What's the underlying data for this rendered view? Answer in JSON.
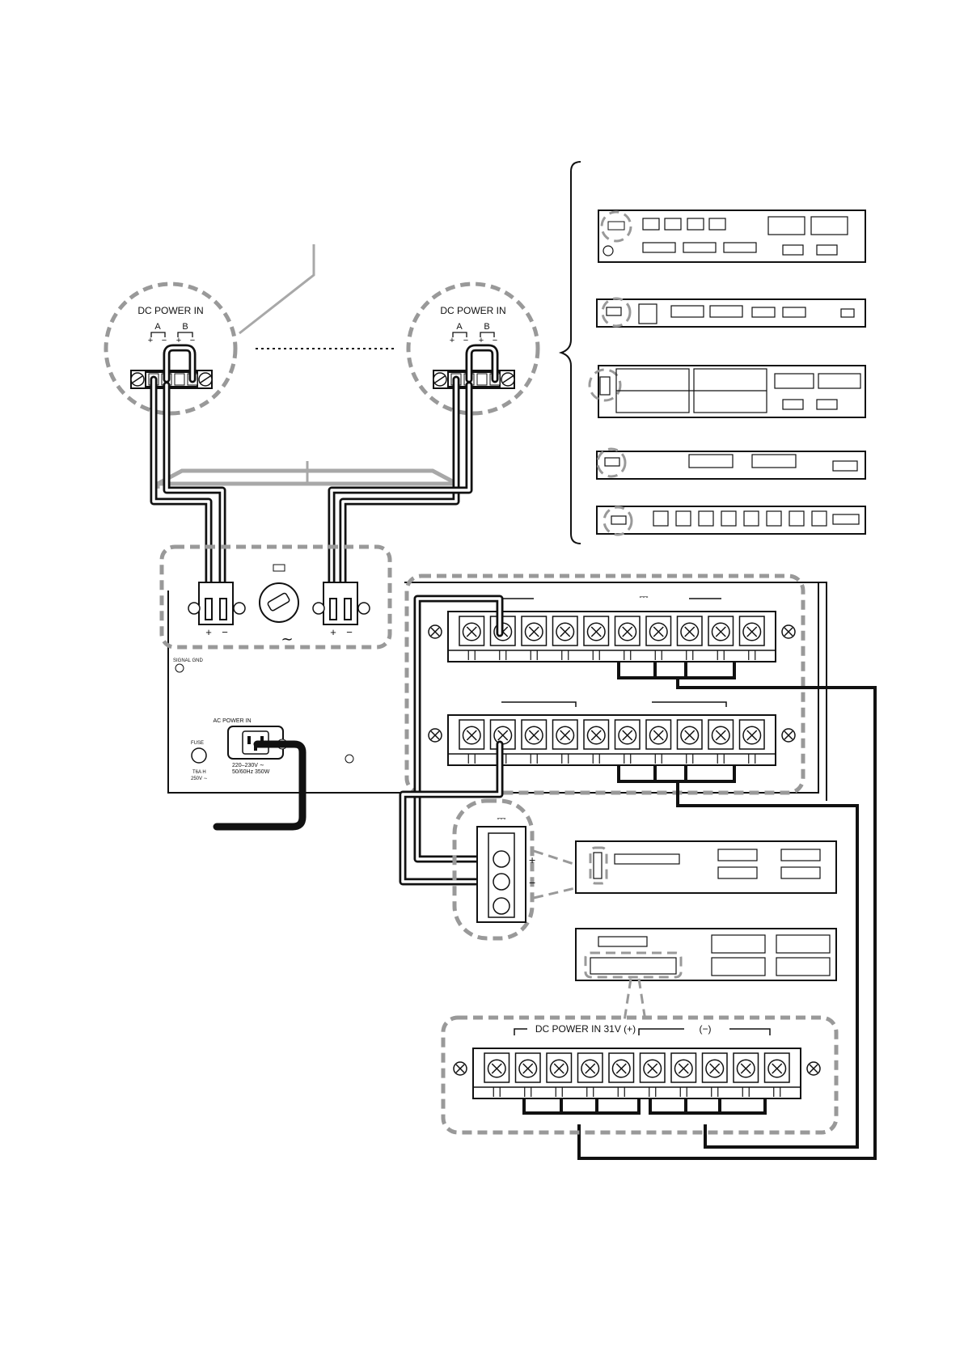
{
  "dc_power_left": {
    "title": "DC POWER IN",
    "group_a": "A",
    "group_b": "B",
    "plus": "+",
    "minus": "−"
  },
  "dc_power_right": {
    "title": "DC POWER IN",
    "group_a": "A",
    "group_b": "B",
    "plus": "+",
    "minus": "−"
  },
  "supply": {
    "signal_gnd": "SIGNAL GND",
    "ac_power_in": "AC POWER IN",
    "rating_line1": "220–230V ∼",
    "rating_line2": "50/60Hz  350W",
    "fuse": "FUSE",
    "fuse_rating_1": "T6A H",
    "fuse_rating_2": "250V ∼",
    "out_plus": "+",
    "out_minus": "−",
    "ac_symbol": "∼",
    "dc_symbol": "⎓"
  },
  "battery_terminal": {
    "dc_symbol": "⎓",
    "plus": "+",
    "minus": "−"
  },
  "bottom_terminal": {
    "label_plus": "DC POWER IN 31V (+)",
    "label_minus": "(−)"
  }
}
